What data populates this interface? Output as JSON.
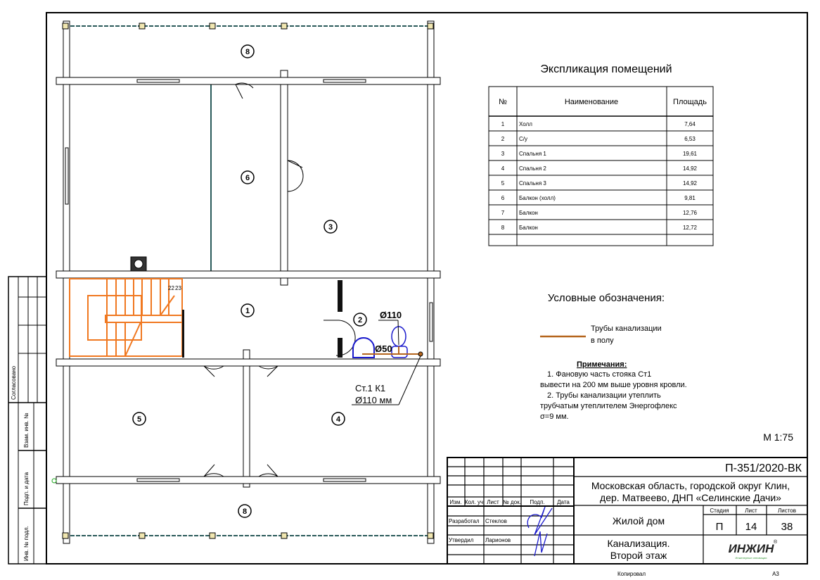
{
  "explication": {
    "title": "Экспликация помещений",
    "headers": [
      "№",
      "Наименование",
      "Площадь"
    ],
    "rows": [
      {
        "n": "1",
        "name": "Холл",
        "area": "7,64"
      },
      {
        "n": "2",
        "name": "С/у",
        "area": "6,53"
      },
      {
        "n": "3",
        "name": "Спальня 1",
        "area": "19,61"
      },
      {
        "n": "4",
        "name": "Спальня 2",
        "area": "14,92"
      },
      {
        "n": "5",
        "name": "Спальня 3",
        "area": "14,92"
      },
      {
        "n": "6",
        "name": "Балкон (холл)",
        "area": "9,81"
      },
      {
        "n": "7",
        "name": "Балкон",
        "area": "12,76"
      },
      {
        "n": "8",
        "name": "Балкон",
        "area": "12,72"
      }
    ]
  },
  "legend": {
    "title": "Условные обозначения:",
    "pipe_label_1": "Трубы канализации",
    "pipe_label_2": "в полу",
    "pipe_color": "#b5651d"
  },
  "notes": {
    "title": "Примечания:",
    "lines": [
      "1.    Фановую часть стояка Ст1",
      "вывести на 200 мм выше уровня кровли.",
      "2.    Трубы канализации утеплить",
      "трубчатым утеплителем Энергофлекс",
      "σ=9 мм."
    ]
  },
  "scale": "М 1:75",
  "plan": {
    "rooms": [
      "8",
      "6",
      "3",
      "1",
      "2",
      "5",
      "4",
      "8"
    ],
    "d110": "Ø110",
    "d50": "Ø50",
    "riser_1": "Ст.1 К1",
    "riser_2": "Ø110 мм",
    "stair_nums": [
      "22",
      "23"
    ]
  },
  "left_strip": {
    "agreed": "Согласовано",
    "vzam": "Взам. инв. №",
    "podp": "Подп. и дата",
    "inv": "Инв. № подл."
  },
  "title_block": {
    "code": "П-351/2020-ВК",
    "address_1": "Московская область, городской округ Клин,",
    "address_2": "дер. Матвеево, ДНП «Селинские Дачи»",
    "object": "Жилой дом",
    "sheet_title_1": "Канализация.",
    "sheet_title_2": "Второй этаж",
    "col_headers": [
      "Изм.",
      "Кол. уч",
      "Лист",
      "№ док.",
      "Подп.",
      "Дата"
    ],
    "stage_h": "Стадия",
    "sheet_h": "Лист",
    "sheets_h": "Листов",
    "stage": "П",
    "sheet": "14",
    "sheets": "38",
    "developed_label": "Разработал",
    "developed_name": "Стеклов",
    "approved_label": "Утвердил",
    "approved_name": "Ларионов",
    "logo": "ИНЖИН",
    "logo_sub": "Инженерные инновации",
    "copied": "Копировал",
    "format": "А3"
  }
}
